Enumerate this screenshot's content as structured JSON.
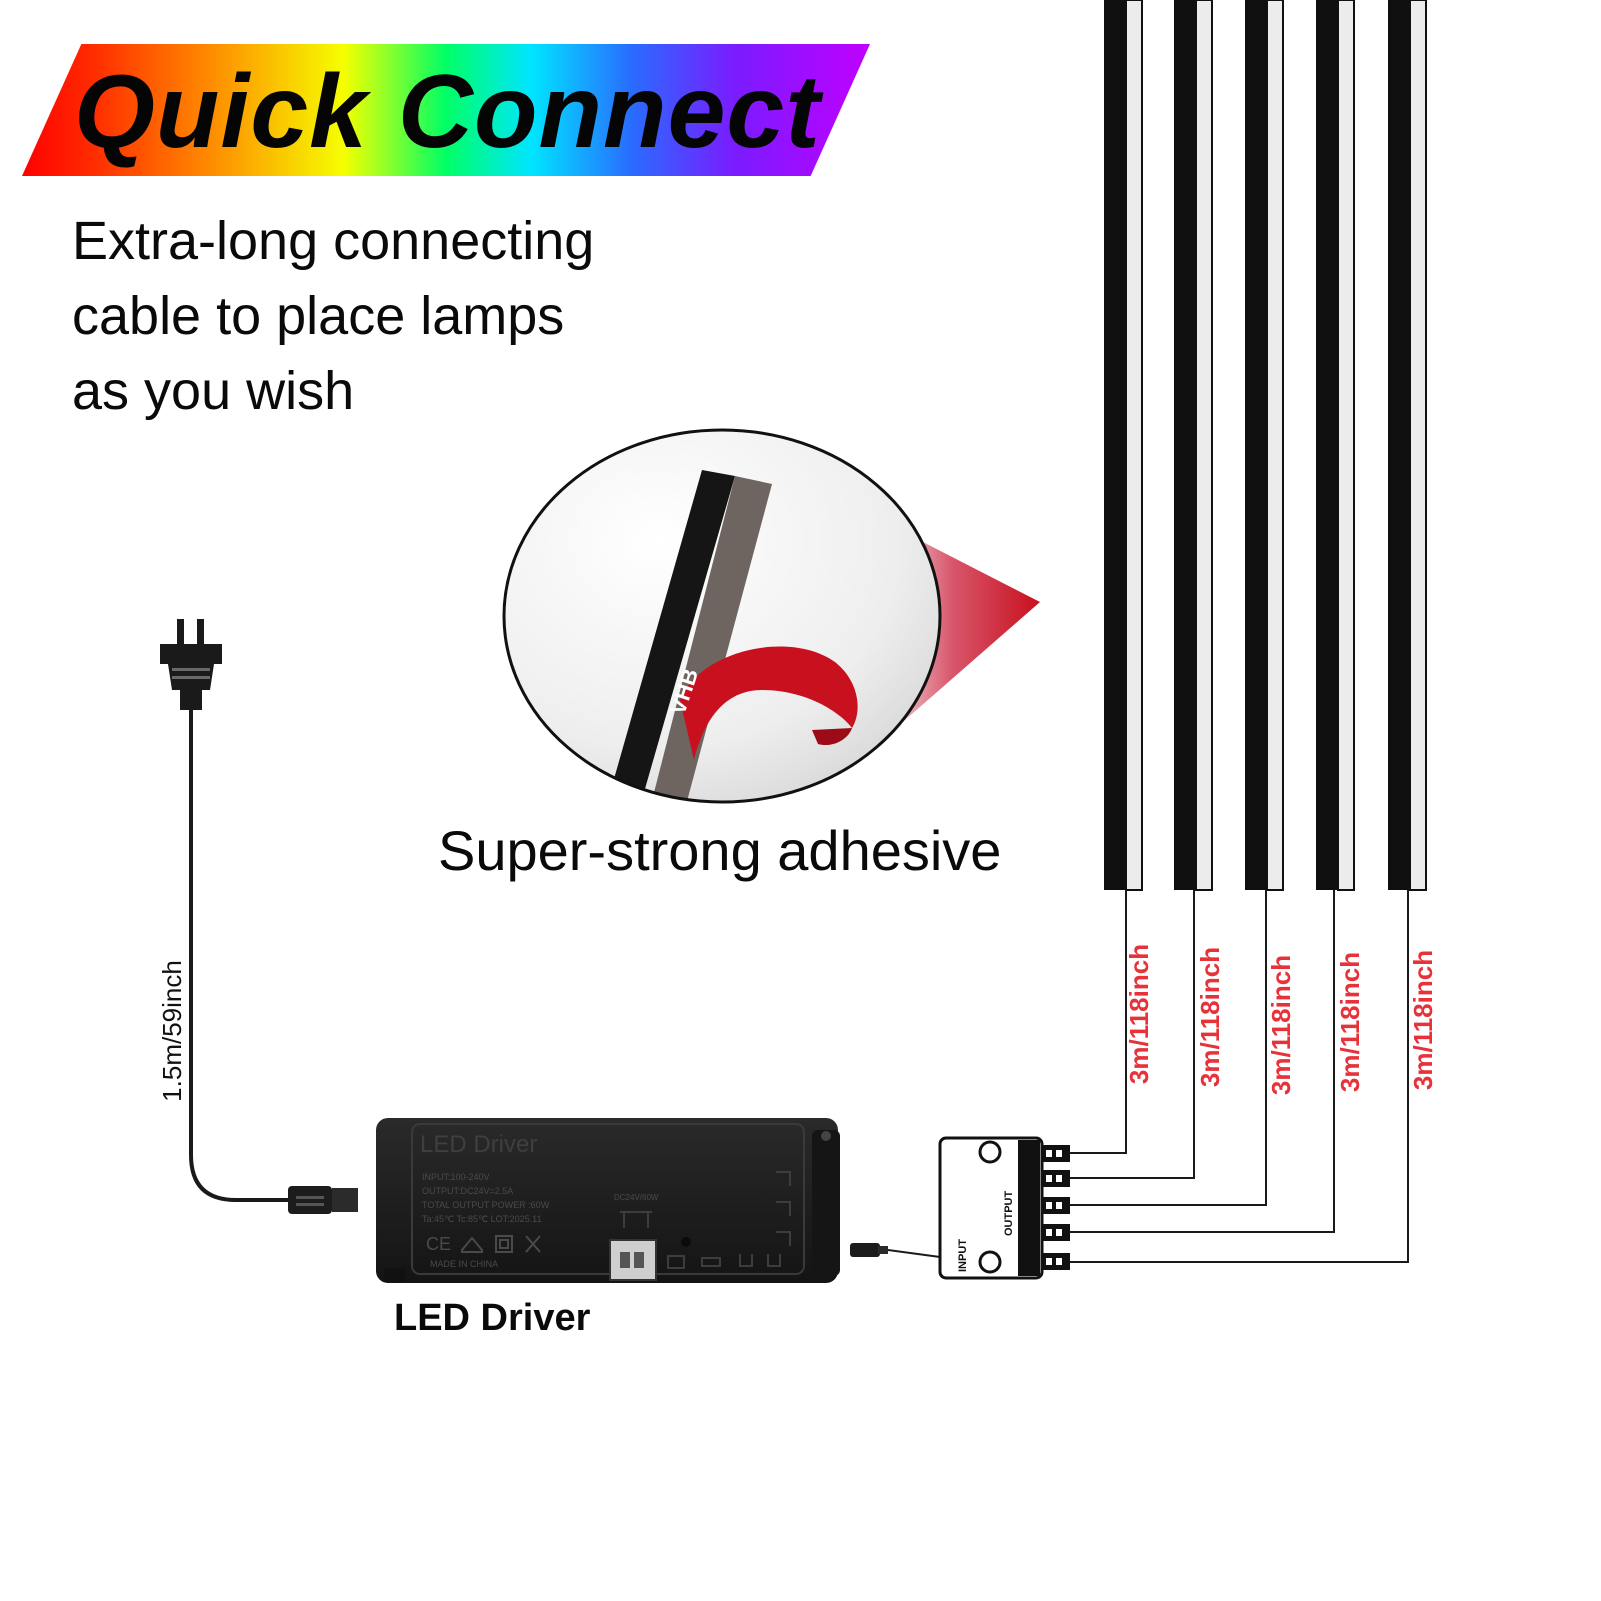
{
  "header": {
    "title": "Quick Connect"
  },
  "intro": {
    "lines": [
      "Extra-long connecting",
      "cable to place lamps",
      "as you wish"
    ]
  },
  "adhesive": {
    "caption": "Super-strong adhesive",
    "tape_mark": "VHB"
  },
  "power_cord": {
    "length_label": "1.5m/59inch"
  },
  "driver": {
    "caption": "LED Driver",
    "panel_title": "LED Driver",
    "spec_lines": [
      "INPUT:100-240V",
      "OUTPUT:DC24V=2.5A",
      "TOTAL OUTPUT POWER :60W",
      "Ta:45℃   Tc:85℃   LOT:2025.11"
    ],
    "made_in": "MADE IN CHINA",
    "port_label": "DC24V/60W"
  },
  "splitter": {
    "input_label": "INPUT",
    "output_label": "OUTPUT"
  },
  "strips": {
    "cable_labels": [
      "3m/118inch",
      "3m/118inch",
      "3m/118inch",
      "3m/118inch",
      "3m/118inch"
    ]
  },
  "colors": {
    "strip_black": "#0f0f0f",
    "strip_diffuser": "#ececec",
    "length_label_red": "#e8323a",
    "tape_red": "#c8101e",
    "driver_body": "#1c1c1c"
  }
}
